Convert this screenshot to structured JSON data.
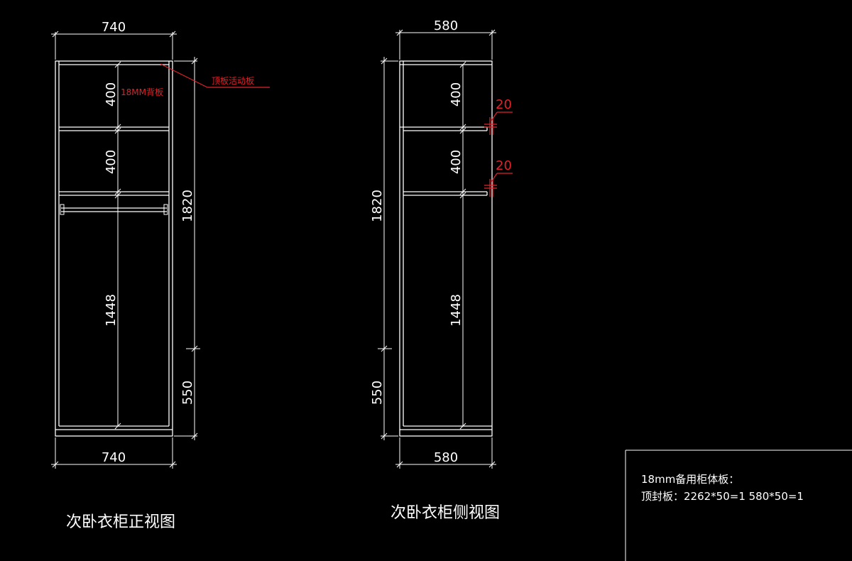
{
  "front_view": {
    "title": "次卧衣柜正视图",
    "width_top": "740",
    "width_bottom": "740",
    "height_total": "1820",
    "height_550": "550",
    "section_400_a": "400",
    "section_400_b": "400",
    "section_1448": "1448",
    "note_back_panel": "18MM背板",
    "note_top_panel": "顶板活动板"
  },
  "side_view": {
    "title": "次卧衣柜侧视图",
    "width_top": "580",
    "width_bottom": "580",
    "height_total": "1820",
    "height_550": "550",
    "section_400_a": "400",
    "section_400_b": "400",
    "section_1448": "1448",
    "gap_a": "20",
    "gap_b": "20"
  },
  "info_box": {
    "line1": "18mm备用柜体板：",
    "line2": "顶封板：2262*50=1   580*50=1"
  },
  "colors": {
    "background": "#000000",
    "lines": "#ffffff",
    "annotation": "#e0232a"
  }
}
